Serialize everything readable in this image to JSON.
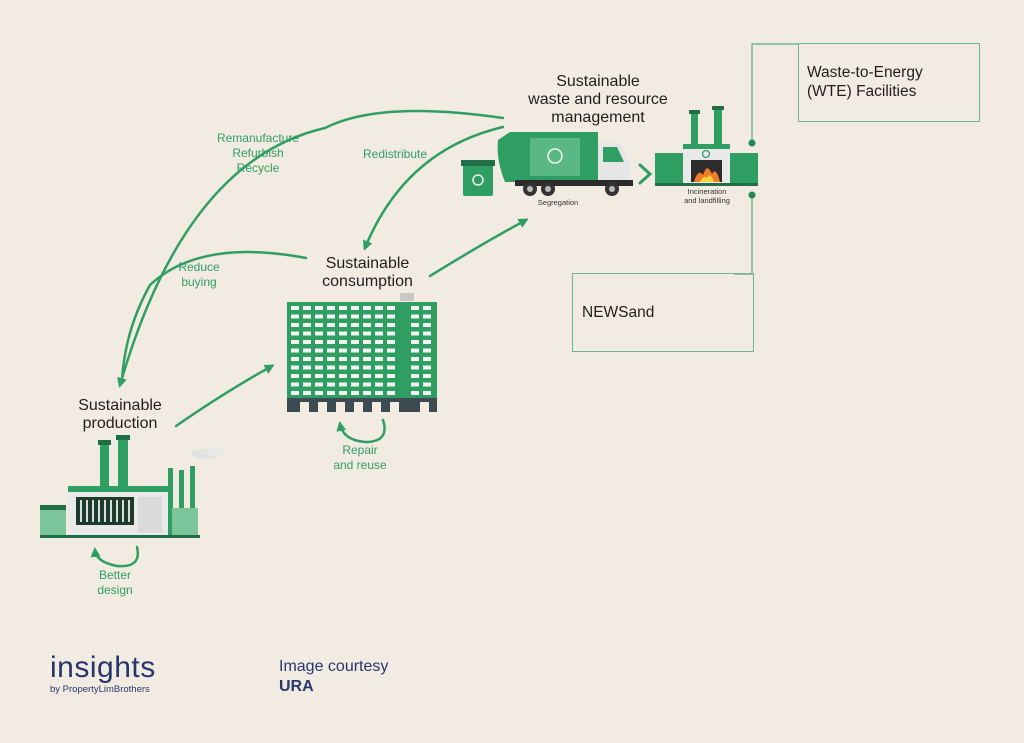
{
  "nodes": {
    "production": "Sustainable\nproduction",
    "consumption": "Sustainable\nconsumption",
    "waste": "Sustainable\nwaste and resource\nmanagement"
  },
  "loops": {
    "remanufacture": "Remanufacture\nRefurbish\nRecycle",
    "redistribute": "Redistribute",
    "reduce": "Reduce\nbuying",
    "repair": "Repair\nand reuse",
    "design": "Better\ndesign"
  },
  "steps": {
    "segregation": "Segregation",
    "incineration": "Incineration\nand landfilling"
  },
  "outputs": {
    "wte": "Waste-to-Energy\n(WTE) Facilities",
    "newsand": "NEWSand"
  },
  "footer": {
    "brand": "insights",
    "brand_by": "by PropertyLimBrothers",
    "courtesy_line": "Image courtesy",
    "courtesy_source": "URA"
  },
  "colors": {
    "green": "#2f9e63",
    "dark_green": "#1f6e45",
    "background": "#f2ebe2",
    "brand_blue": "#27356e"
  }
}
